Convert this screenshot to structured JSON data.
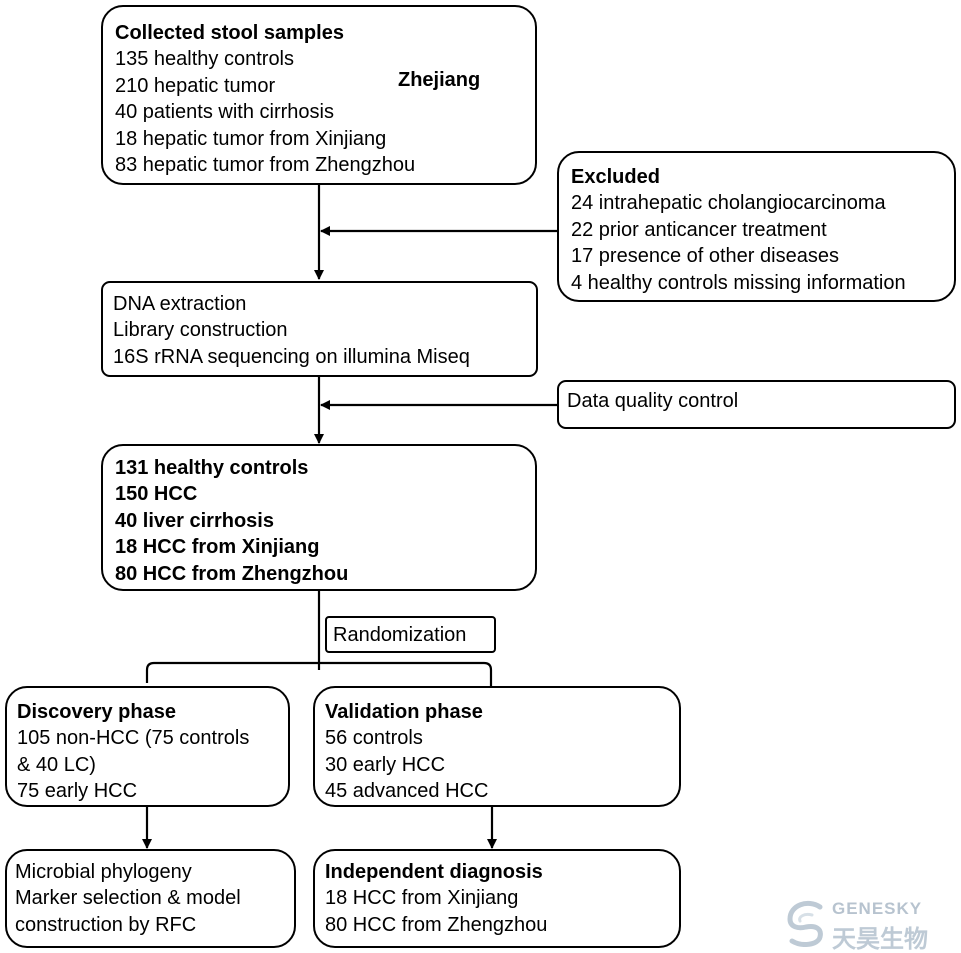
{
  "collected": {
    "title": "Collected stool samples",
    "lines": [
      "135 healthy controls",
      "210 hepatic tumor",
      "40 patients with cirrhosis",
      "18 hepatic tumor from Xinjiang",
      "83 hepatic tumor from Zhengzhou"
    ],
    "brace_label": "Zhejiang"
  },
  "excluded": {
    "title": "Excluded",
    "lines": [
      "24 intrahepatic cholangiocarcinoma",
      "22 prior anticancer treatment",
      "17 presence of other diseases",
      "4 healthy controls missing information"
    ]
  },
  "sequencing": {
    "lines": [
      "DNA extraction",
      "Library construction",
      "16S rRNA sequencing on illumina Miseq"
    ]
  },
  "quality_control": {
    "label": "Data quality control"
  },
  "cohort": {
    "lines": [
      "131 healthy controls",
      "150 HCC",
      "40 liver cirrhosis",
      "18 HCC from Xinjiang",
      "80 HCC from Zhengzhou"
    ]
  },
  "randomization": {
    "label": "Randomization"
  },
  "discovery": {
    "title": "Discovery phase",
    "lines": [
      "105 non-HCC (75 controls",
      "& 40 LC)",
      "75 early HCC"
    ]
  },
  "validation": {
    "title": "Validation phase",
    "lines": [
      "56 controls",
      "30 early HCC",
      "45 advanced HCC"
    ]
  },
  "microbial": {
    "lines": [
      "Microbial phylogeny",
      "Marker selection & model",
      "construction by RFC"
    ]
  },
  "independent": {
    "title": "Independent diagnosis",
    "lines": [
      "18 HCC from Xinjiang",
      "80 HCC from Zhengzhou"
    ]
  },
  "watermark": {
    "brand_en": "GENESKY",
    "brand_cn": "天昊生物"
  }
}
